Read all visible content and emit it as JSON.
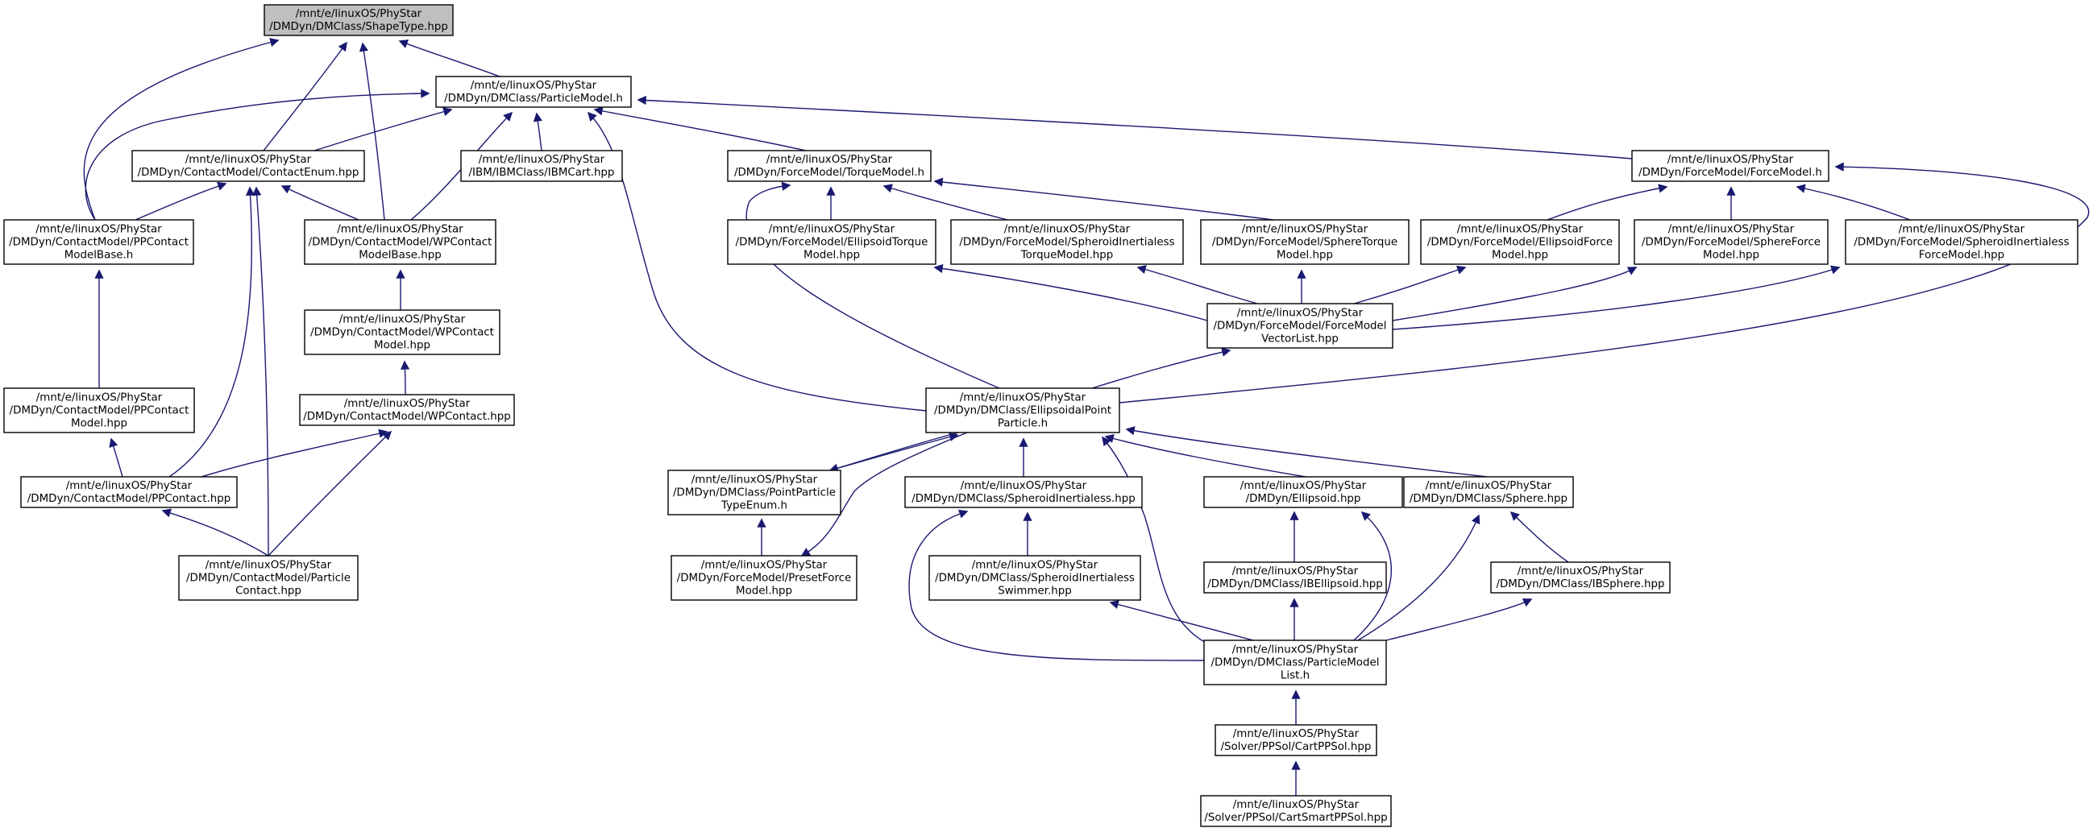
{
  "diagram": {
    "type": "include-dependency-graph",
    "colors": {
      "edge": "#191970",
      "root_fill": "#bfbfbf",
      "node_fill": "#ffffff",
      "node_border": "#000000"
    },
    "nodes": [
      {
        "id": "shapetype",
        "lines": [
          "/mnt/e/linuxOS/PhyStar",
          "/DMDyn/DMClass/ShapeType.hpp"
        ],
        "highlight": true
      },
      {
        "id": "particlemodel",
        "lines": [
          "/mnt/e/linuxOS/PhyStar",
          "/DMDyn/DMClass/ParticleModel.h"
        ]
      },
      {
        "id": "contactenum",
        "lines": [
          "/mnt/e/linuxOS/PhyStar",
          "/DMDyn/ContactModel/ContactEnum.hpp"
        ]
      },
      {
        "id": "ibmcart",
        "lines": [
          "/mnt/e/linuxOS/PhyStar",
          "/IBM/IBMClass/IBMCart.hpp"
        ]
      },
      {
        "id": "torquemodel",
        "lines": [
          "/mnt/e/linuxOS/PhyStar",
          "/DMDyn/ForceModel/TorqueModel.h"
        ]
      },
      {
        "id": "forcemodel",
        "lines": [
          "/mnt/e/linuxOS/PhyStar",
          "/DMDyn/ForceModel/ForceModel.h"
        ]
      },
      {
        "id": "ppcontactbase",
        "lines": [
          "/mnt/e/linuxOS/PhyStar",
          "/DMDyn/ContactModel/PPContact",
          "ModelBase.h"
        ]
      },
      {
        "id": "wpcontactbase",
        "lines": [
          "/mnt/e/linuxOS/PhyStar",
          "/DMDyn/ContactModel/WPContact",
          "ModelBase.hpp"
        ]
      },
      {
        "id": "ellipsoidtorque",
        "lines": [
          "/mnt/e/linuxOS/PhyStar",
          "/DMDyn/ForceModel/EllipsoidTorque",
          "Model.hpp"
        ]
      },
      {
        "id": "spheroidtorque",
        "lines": [
          "/mnt/e/linuxOS/PhyStar",
          "/DMDyn/ForceModel/SpheroidInertialess",
          "TorqueModel.hpp"
        ]
      },
      {
        "id": "spheretorque",
        "lines": [
          "/mnt/e/linuxOS/PhyStar",
          "/DMDyn/ForceModel/SphereTorque",
          "Model.hpp"
        ]
      },
      {
        "id": "ellipsoidforce",
        "lines": [
          "/mnt/e/linuxOS/PhyStar",
          "/DMDyn/ForceModel/EllipsoidForce",
          "Model.hpp"
        ]
      },
      {
        "id": "sphereforce",
        "lines": [
          "/mnt/e/linuxOS/PhyStar",
          "/DMDyn/ForceModel/SphereForce",
          "Model.hpp"
        ]
      },
      {
        "id": "spheroidforce",
        "lines": [
          "/mnt/e/linuxOS/PhyStar",
          "/DMDyn/ForceModel/SpheroidInertialess",
          "ForceModel.hpp"
        ]
      },
      {
        "id": "wpcontactmodel",
        "lines": [
          "/mnt/e/linuxOS/PhyStar",
          "/DMDyn/ContactModel/WPContact",
          "Model.hpp"
        ]
      },
      {
        "id": "forcevector",
        "lines": [
          "/mnt/e/linuxOS/PhyStar",
          "/DMDyn/ForceModel/ForceModel",
          "VectorList.hpp"
        ]
      },
      {
        "id": "ppcontactmodel",
        "lines": [
          "/mnt/e/linuxOS/PhyStar",
          "/DMDyn/ContactModel/PPContact",
          "Model.hpp"
        ]
      },
      {
        "id": "wpcontact",
        "lines": [
          "/mnt/e/linuxOS/PhyStar",
          "/DMDyn/ContactModel/WPContact.hpp"
        ]
      },
      {
        "id": "ellipsoidalpoint",
        "lines": [
          "/mnt/e/linuxOS/PhyStar",
          "/DMDyn/DMClass/EllipsoidalPoint",
          "Particle.h"
        ]
      },
      {
        "id": "ppcontact",
        "lines": [
          "/mnt/e/linuxOS/PhyStar",
          "/DMDyn/ContactModel/PPContact.hpp"
        ]
      },
      {
        "id": "pointparticletype",
        "lines": [
          "/mnt/e/linuxOS/PhyStar",
          "/DMDyn/DMClass/PointParticle",
          "TypeEnum.h"
        ]
      },
      {
        "id": "spheroidinertialess",
        "lines": [
          "/mnt/e/linuxOS/PhyStar",
          "/DMDyn/DMClass/SpheroidInertialess.hpp"
        ]
      },
      {
        "id": "ellipsoid",
        "lines": [
          "/mnt/e/linuxOS/PhyStar",
          "/DMDyn/Ellipsoid.hpp"
        ]
      },
      {
        "id": "sphere",
        "lines": [
          "/mnt/e/linuxOS/PhyStar",
          "/DMDyn/DMClass/Sphere.hpp"
        ]
      },
      {
        "id": "particlecontact",
        "lines": [
          "/mnt/e/linuxOS/PhyStar",
          "/DMDyn/ContactModel/Particle",
          "Contact.hpp"
        ]
      },
      {
        "id": "presetforce",
        "lines": [
          "/mnt/e/linuxOS/PhyStar",
          "/DMDyn/ForceModel/PresetForce",
          "Model.hpp"
        ]
      },
      {
        "id": "spheroidswimmer",
        "lines": [
          "/mnt/e/linuxOS/PhyStar",
          "/DMDyn/DMClass/SpheroidInertialess",
          "Swimmer.hpp"
        ]
      },
      {
        "id": "ibellipsoid",
        "lines": [
          "/mnt/e/linuxOS/PhyStar",
          "/DMDyn/DMClass/IBEllipsoid.hpp"
        ]
      },
      {
        "id": "ibsphere",
        "lines": [
          "/mnt/e/linuxOS/PhyStar",
          "/DMDyn/DMClass/IBSphere.hpp"
        ]
      },
      {
        "id": "particlemodellist",
        "lines": [
          "/mnt/e/linuxOS/PhyStar",
          "/DMDyn/DMClass/ParticleModel",
          "List.h"
        ]
      },
      {
        "id": "cartppsol",
        "lines": [
          "/mnt/e/linuxOS/PhyStar",
          "/Solver/PPSol/CartPPSol.hpp"
        ]
      },
      {
        "id": "cartsmartppsol",
        "lines": [
          "/mnt/e/linuxOS/PhyStar",
          "/Solver/PPSol/CartSmartPPSol.hpp"
        ]
      }
    ]
  }
}
